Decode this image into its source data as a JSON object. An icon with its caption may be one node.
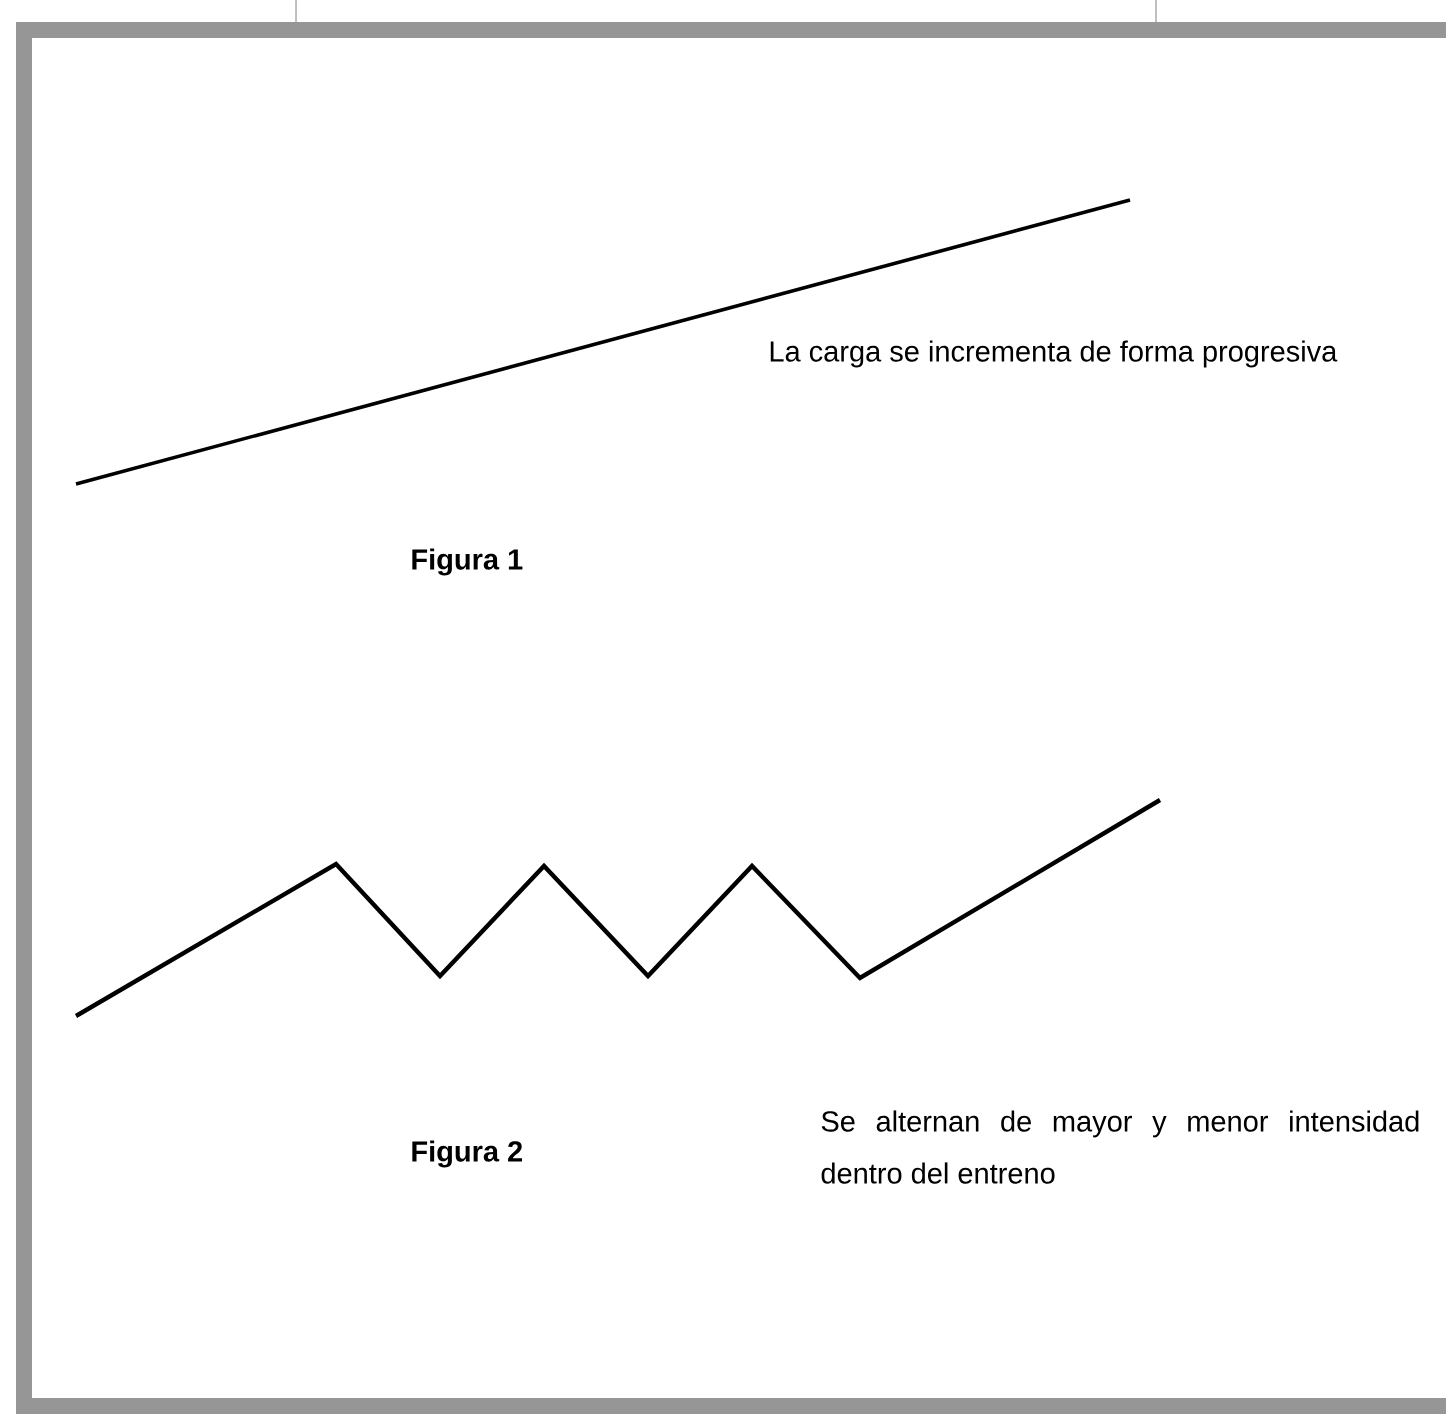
{
  "diagram": {
    "labels": [
      "La carga se incrementa de forma progresiva",
      "Figura 1",
      "Figura 2",
      "Se alternan de mayor y menor intensidad dentro del entreno"
    ]
  }
}
